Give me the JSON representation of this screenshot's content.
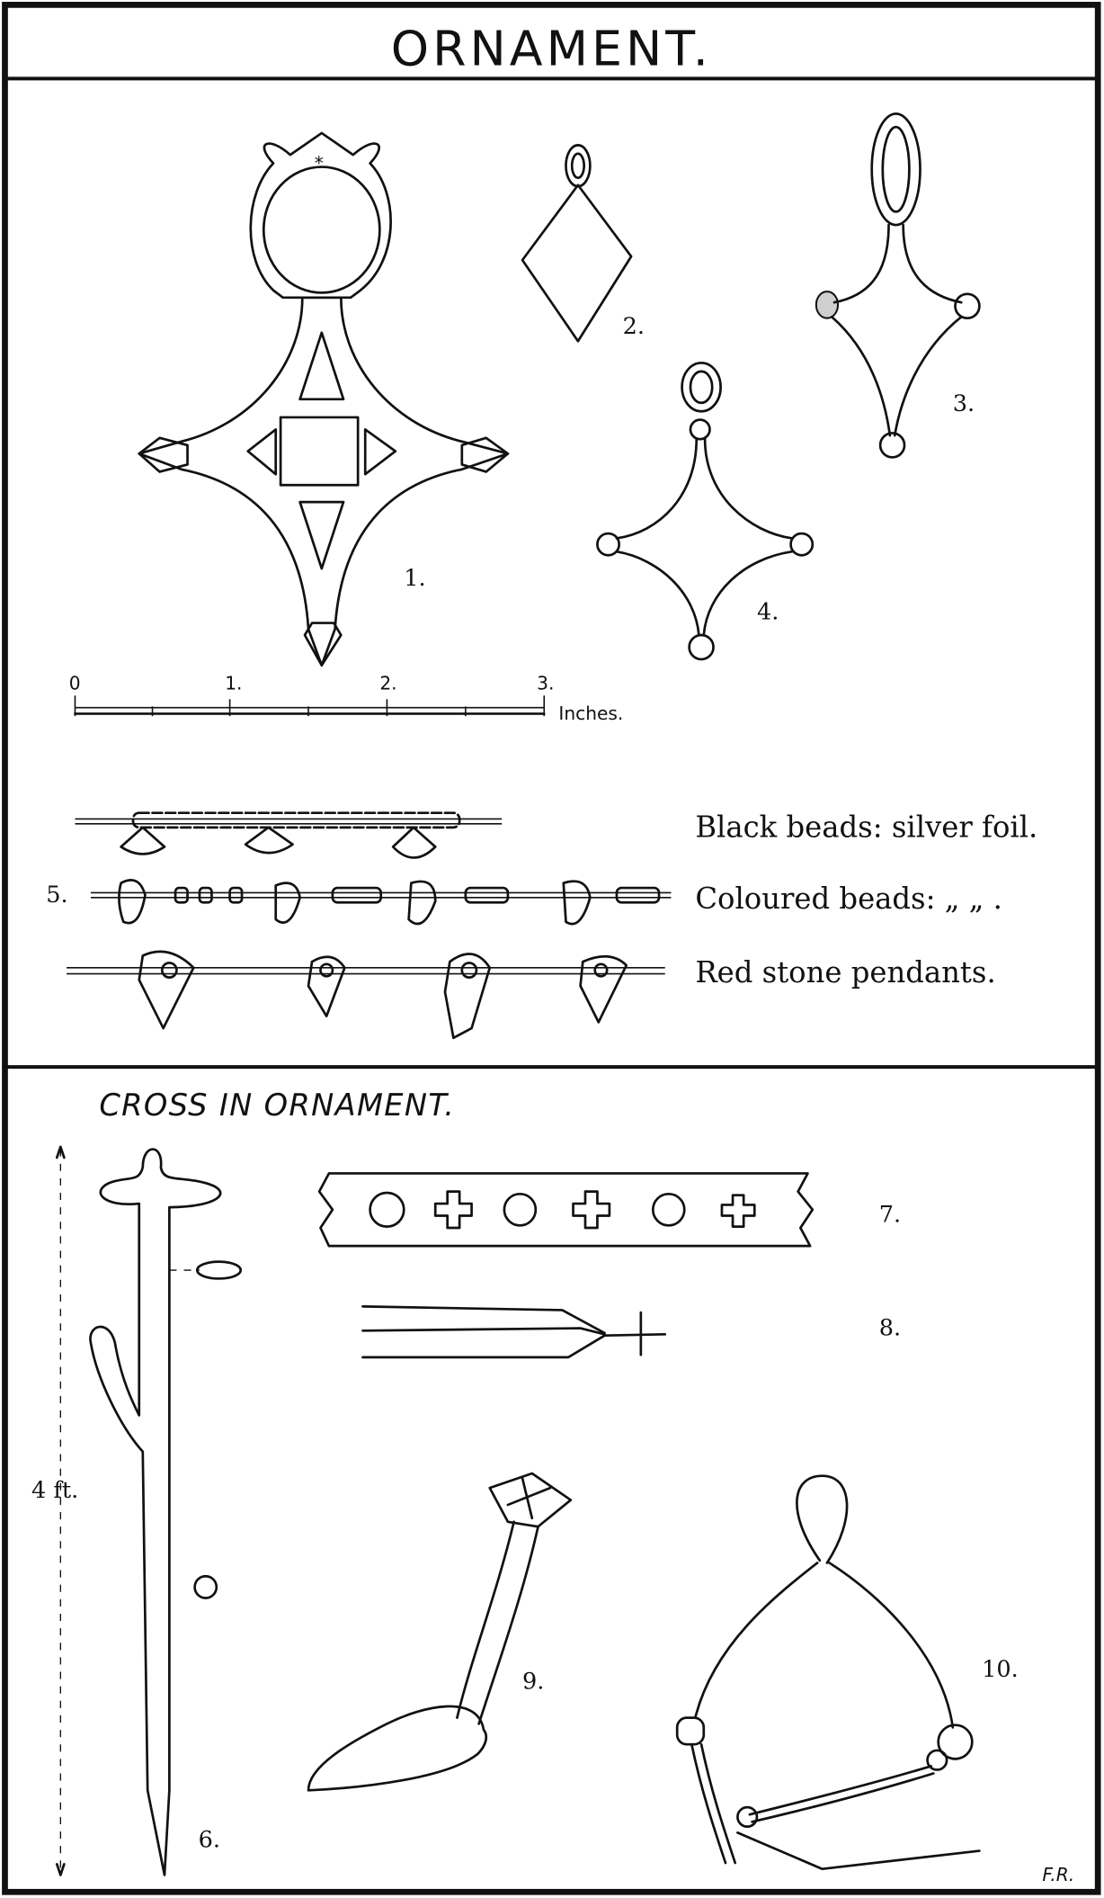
{
  "plate": {
    "title": "ORNAMENT.",
    "section2_title": "CROSS IN ORNAMENT.",
    "signature": "F.R."
  },
  "figures": {
    "fig1": "1.",
    "fig2": "2.",
    "fig3": "3.",
    "fig4": "4.",
    "fig5": "5.",
    "fig6": "6.",
    "fig7": "7.",
    "fig8": "8.",
    "fig9": "9.",
    "fig10": "10."
  },
  "scale_bar": {
    "ticks": [
      "0",
      "1.",
      "2.",
      "3."
    ],
    "unit": "Inches."
  },
  "bead_captions": [
    "Black beads: silver foil.",
    "Coloured beads: „   „ .",
    "Red stone pendants."
  ],
  "staff_height": "4 ft."
}
